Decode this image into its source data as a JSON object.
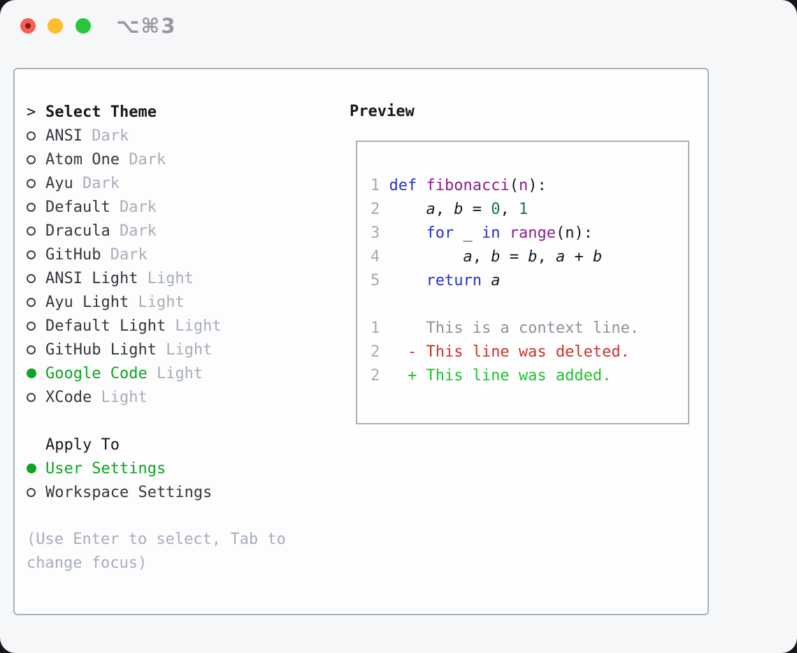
{
  "window": {
    "title_shortcut": "⌥⌘3",
    "traffic_lights": {
      "close": "#f45f56",
      "minimize": "#fdbd2e",
      "zoom": "#29c63e"
    }
  },
  "theme_list": {
    "cursor": ">",
    "header_label": "Select Theme",
    "items": [
      {
        "name": "ANSI",
        "variant": "Dark",
        "selected": false
      },
      {
        "name": "Atom One",
        "variant": "Dark",
        "selected": false
      },
      {
        "name": "Ayu",
        "variant": "Dark",
        "selected": false
      },
      {
        "name": "Default",
        "variant": "Dark",
        "selected": false
      },
      {
        "name": "Dracula",
        "variant": "Dark",
        "selected": false
      },
      {
        "name": "GitHub",
        "variant": "Dark",
        "selected": false
      },
      {
        "name": "ANSI Light",
        "variant": "Light",
        "selected": false
      },
      {
        "name": "Ayu Light",
        "variant": "Light",
        "selected": false
      },
      {
        "name": "Default Light",
        "variant": "Light",
        "selected": false
      },
      {
        "name": "GitHub Light",
        "variant": "Light",
        "selected": false
      },
      {
        "name": "Google Code",
        "variant": "Light",
        "selected": true
      },
      {
        "name": "XCode",
        "variant": "Light",
        "selected": false
      }
    ]
  },
  "apply_to": {
    "label": "Apply To",
    "options": [
      {
        "label": "User Settings",
        "selected": true
      },
      {
        "label": "Workspace Settings",
        "selected": false
      }
    ]
  },
  "hint": {
    "lines": [
      "(Use Enter to select, Tab to",
      "change focus)"
    ]
  },
  "preview": {
    "label": "Preview",
    "python_lines": [
      {
        "num": "1",
        "tokens": [
          {
            "t": "def",
            "c": "keyword"
          },
          {
            "t": " ",
            "c": "code_default"
          },
          {
            "t": "fibonacci",
            "c": "function"
          },
          {
            "t": "(",
            "c": "code_default"
          },
          {
            "t": "n",
            "c": "function"
          },
          {
            "t": "):",
            "c": "code_default"
          }
        ]
      },
      {
        "num": "2",
        "tokens": [
          {
            "t": "    ",
            "c": "code_default"
          },
          {
            "t": "a",
            "c": "variable"
          },
          {
            "t": ", ",
            "c": "code_default"
          },
          {
            "t": "b",
            "c": "variable"
          },
          {
            "t": " = ",
            "c": "code_default"
          },
          {
            "t": "0",
            "c": "number_literal"
          },
          {
            "t": ", ",
            "c": "code_default"
          },
          {
            "t": "1",
            "c": "number_literal"
          }
        ]
      },
      {
        "num": "3",
        "tokens": [
          {
            "t": "    ",
            "c": "code_default"
          },
          {
            "t": "for",
            "c": "keyword"
          },
          {
            "t": " _ ",
            "c": "code_default"
          },
          {
            "t": "in",
            "c": "keyword"
          },
          {
            "t": " ",
            "c": "code_default"
          },
          {
            "t": "range",
            "c": "function"
          },
          {
            "t": "(n):",
            "c": "code_default"
          }
        ]
      },
      {
        "num": "4",
        "tokens": [
          {
            "t": "        ",
            "c": "code_default"
          },
          {
            "t": "a",
            "c": "variable"
          },
          {
            "t": ", ",
            "c": "code_default"
          },
          {
            "t": "b",
            "c": "variable"
          },
          {
            "t": " = ",
            "c": "code_default"
          },
          {
            "t": "b",
            "c": "variable"
          },
          {
            "t": ", ",
            "c": "code_default"
          },
          {
            "t": "a",
            "c": "variable"
          },
          {
            "t": " + ",
            "c": "code_default"
          },
          {
            "t": "b",
            "c": "variable"
          }
        ]
      },
      {
        "num": "5",
        "tokens": [
          {
            "t": "    ",
            "c": "code_default"
          },
          {
            "t": "return",
            "c": "keyword"
          },
          {
            "t": " ",
            "c": "code_default"
          },
          {
            "t": "a",
            "c": "variable"
          }
        ]
      }
    ],
    "diff_lines": [
      {
        "num": "1",
        "type": "context",
        "marker": " ",
        "text": "This is a context line."
      },
      {
        "num": "2",
        "type": "deleted",
        "marker": "-",
        "text": "This line was deleted."
      },
      {
        "num": "2",
        "type": "added",
        "marker": "+",
        "text": "This line was added."
      }
    ]
  },
  "colors": {
    "keyword": "#2433c4",
    "function": "#8c1f8c",
    "number_literal": "#0f6f6d",
    "code_default": "#17181a",
    "variable": "#17181a",
    "line_number": "#a2aab4",
    "context": "#8b929b",
    "deleted": "#c5352b",
    "added": "#1cc42c",
    "selected_green": "#0da520",
    "variant_gray": "#a6aeb9",
    "item_text": "#33373c",
    "border_gray": "#a9b1bb"
  }
}
